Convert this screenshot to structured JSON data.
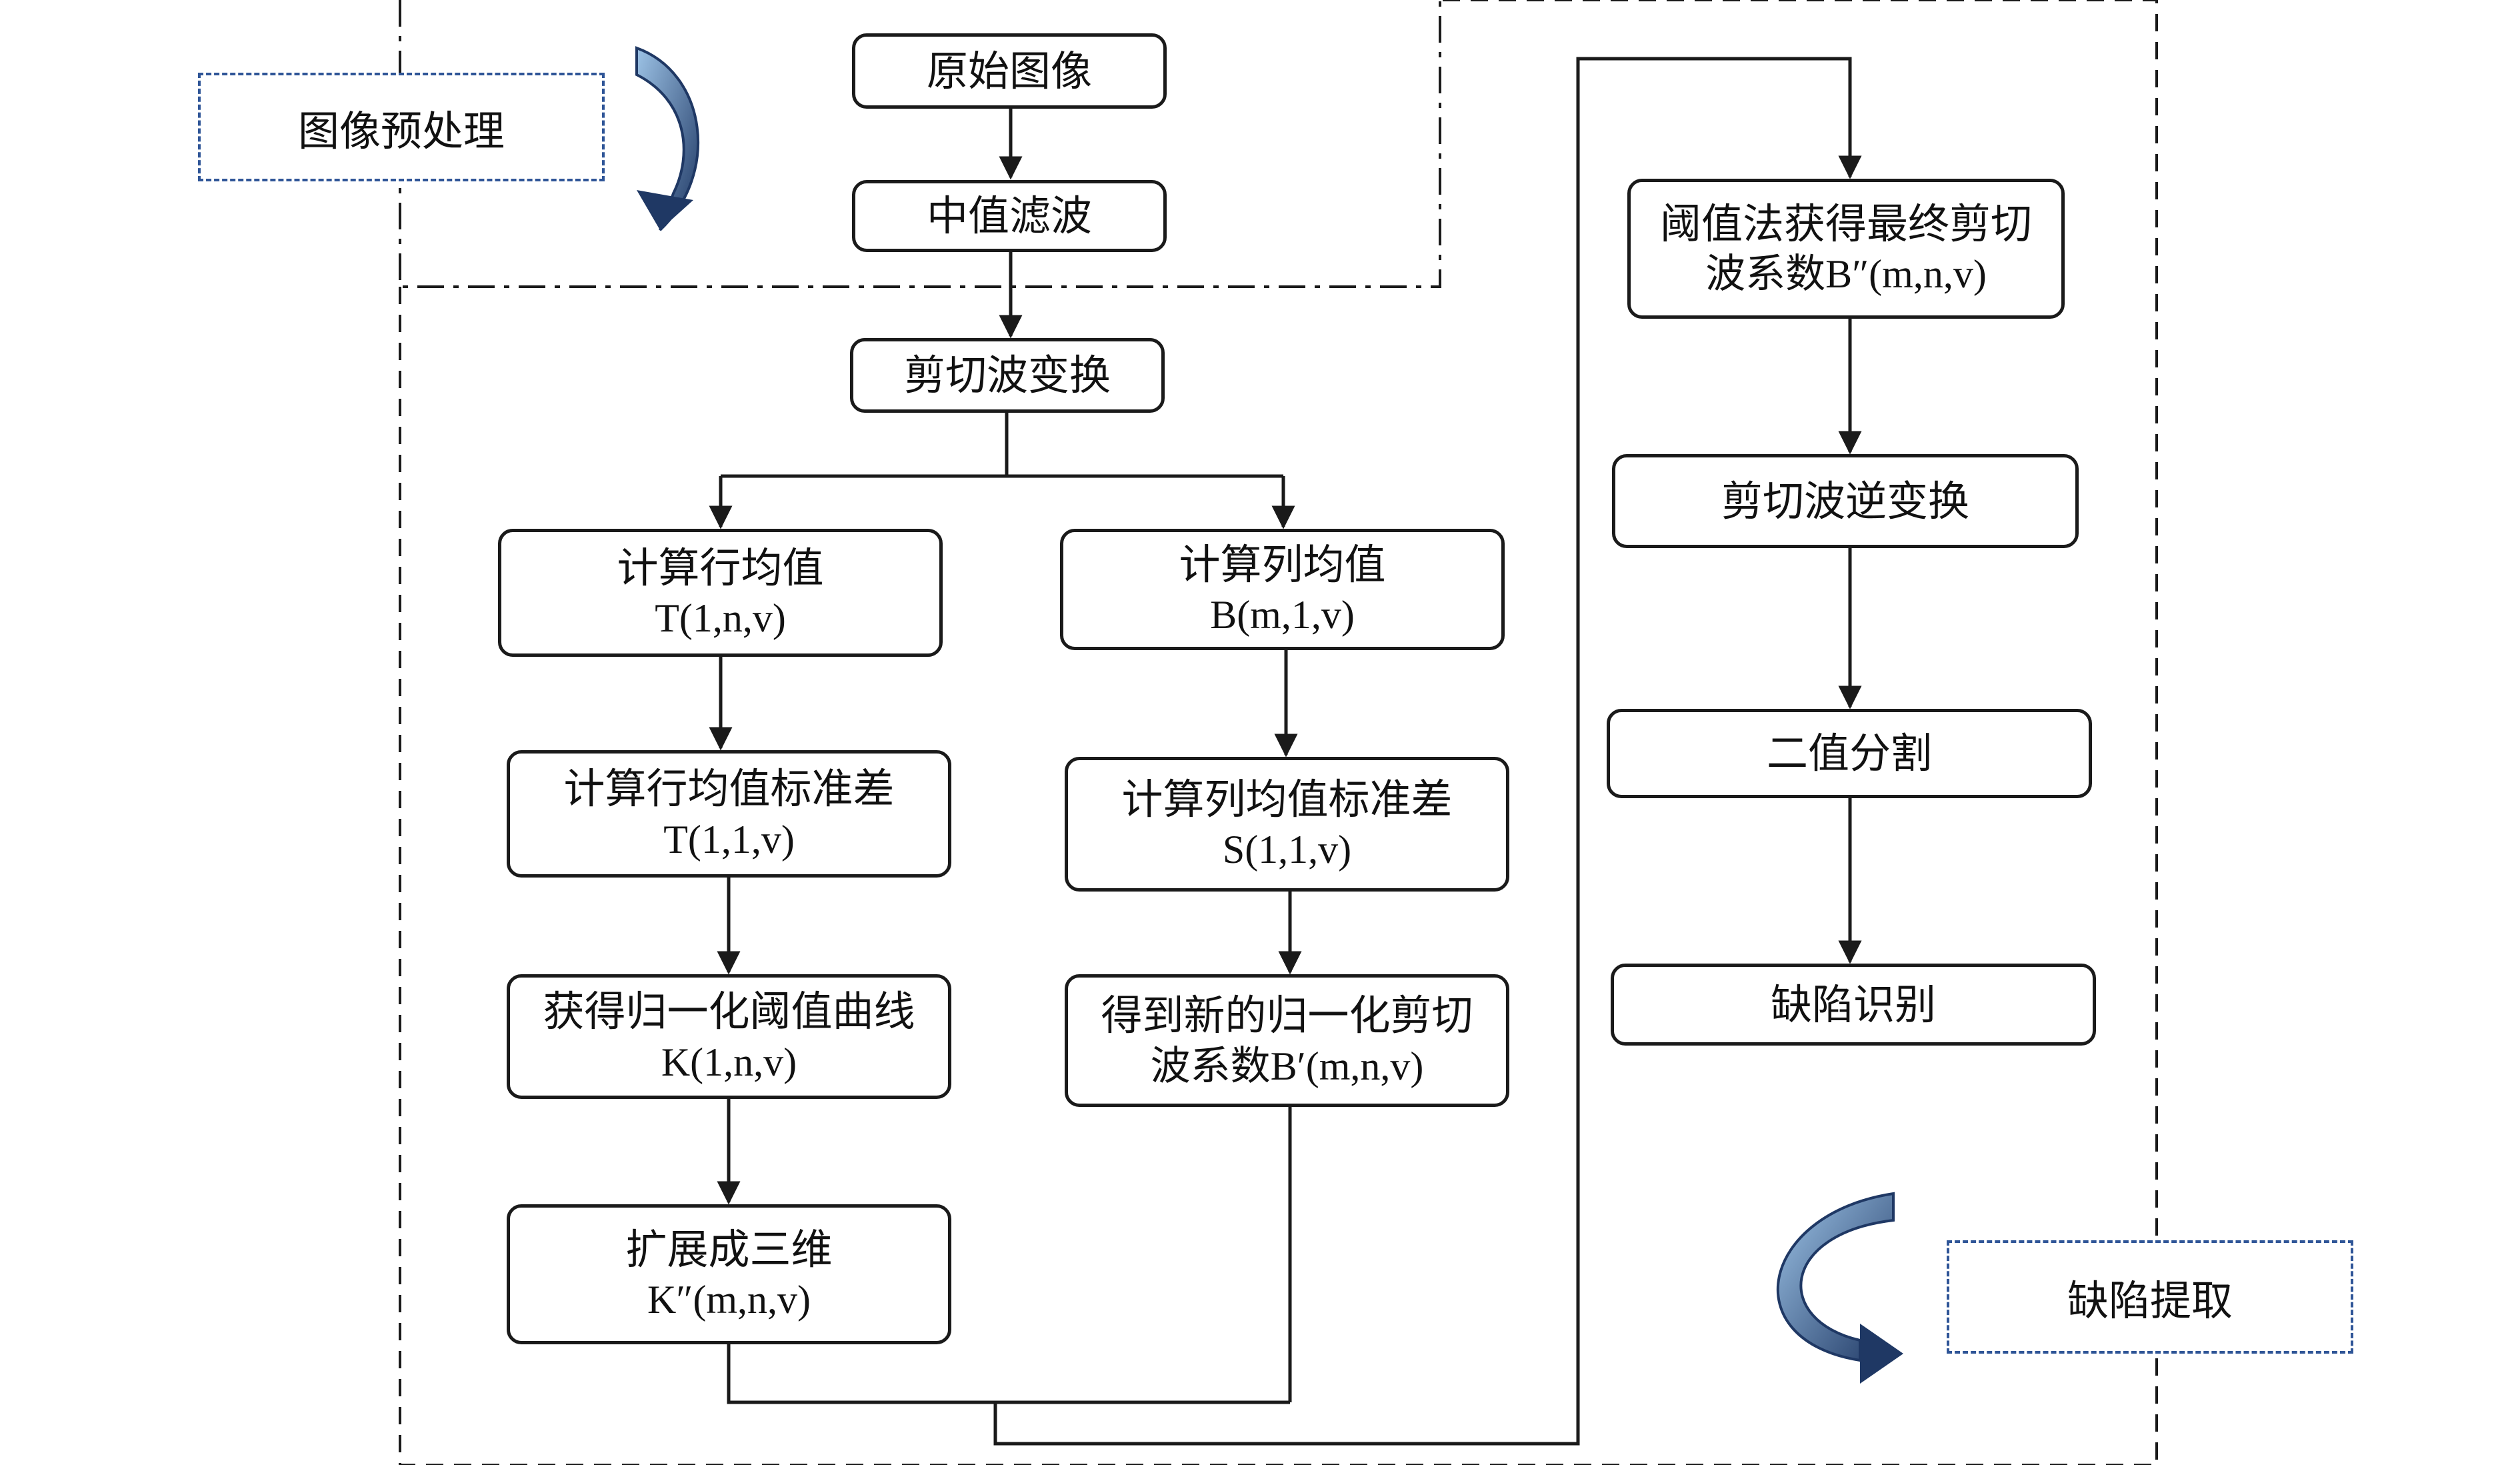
{
  "groups": {
    "preprocess_label": "图像预处理",
    "extract_label": "缺陷提取"
  },
  "nodes": {
    "original": "原始图像",
    "median": "中值滤波",
    "shearlet": "剪切波变换",
    "row_mean": {
      "l1": "计算行均值",
      "l2": "T(1,n,v)"
    },
    "row_std": {
      "l1": "计算行均值标准差",
      "l2": "T(1,1,v)"
    },
    "norm_curve": {
      "l1": "获得归一化阈值曲线",
      "l2": "K(1,n,v)"
    },
    "expand3d": {
      "l1": "扩展成三维",
      "l2": "K″(m,n,v)"
    },
    "col_mean": {
      "l1": "计算列均值",
      "l2": "B(m,1,v)"
    },
    "col_std": {
      "l1": "计算列均值标准差",
      "l2": "S(1,1,v)"
    },
    "new_coef": {
      "l1": "得到新的归一化剪切",
      "l2": "波系数B′(m,n,v)"
    },
    "threshold": {
      "l1": "阈值法获得最终剪切",
      "l2": "波系数B″(m,n,v)"
    },
    "inverse": "剪切波逆变换",
    "binary": "二值分割",
    "defect": "缺陷识别"
  },
  "colors": {
    "line": "#1a1a1a",
    "dash_border": "#2f5597",
    "arrow_fill": "#2f5597"
  }
}
